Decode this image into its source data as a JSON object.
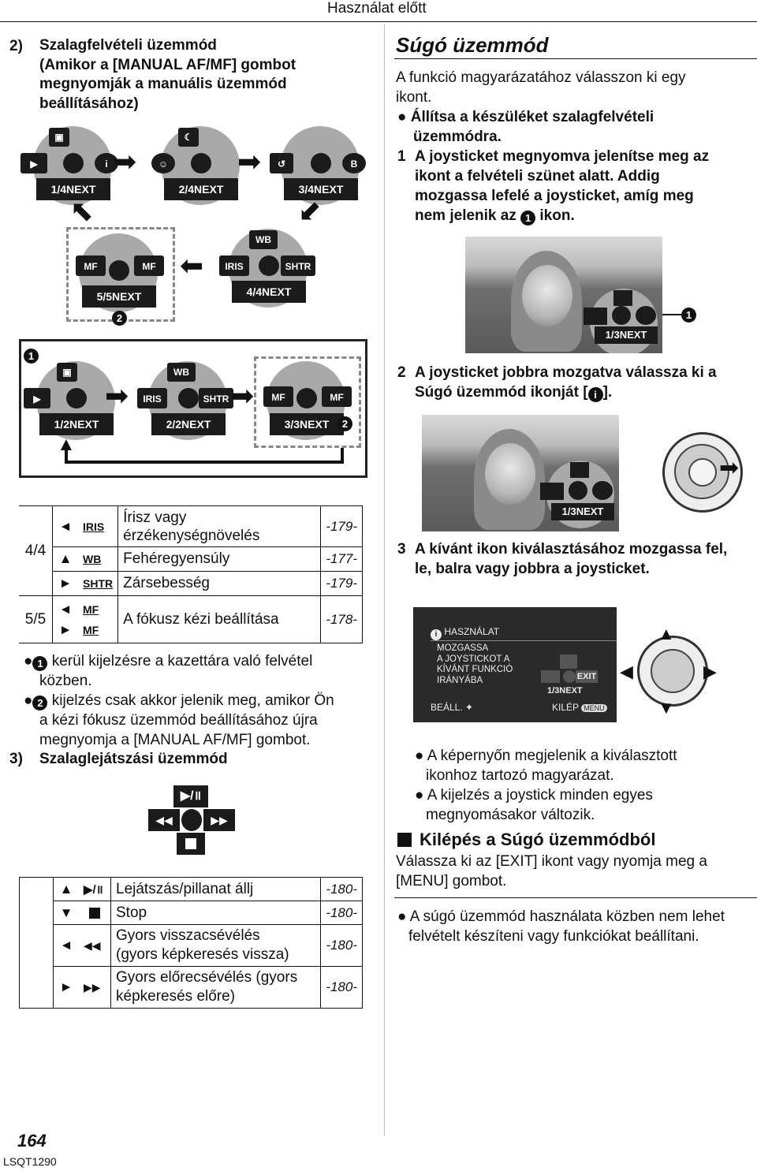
{
  "header": {
    "section": "Használat előtt"
  },
  "left": {
    "item2": {
      "num": "2)",
      "lines": [
        "Szalagfelvételi üzemmód",
        "(Amikor a [MANUAL AF/MF] gombot",
        "megnyomják a manuális üzemmód",
        "beállításához)"
      ]
    },
    "row1": [
      {
        "label": "1/4NEXT"
      },
      {
        "label": "2/4NEXT"
      },
      {
        "label": "3/4NEXT"
      }
    ],
    "row2": [
      {
        "label": "5/5NEXT"
      },
      {
        "label": "4/4NEXT"
      }
    ],
    "row3": [
      {
        "label": "1/2NEXT"
      },
      {
        "label": "2/2NEXT"
      },
      {
        "label": "3/3NEXT"
      }
    ],
    "icons": {
      "mf": "MF",
      "iris": "IRIS",
      "shtr": "SHTR",
      "wb": "WB",
      "exit": "EXIT"
    },
    "callouts": {
      "one": "1",
      "two": "2"
    },
    "table1": {
      "rows": [
        {
          "group": "4/4",
          "dir": "◄",
          "icon": "IRIS",
          "text1": "Írisz vagy",
          "text2": "érzékenységnövelés",
          "ref": "-179-"
        },
        {
          "dir": "▲",
          "icon": "WB",
          "text1": "Fehéregyensúly",
          "ref": "-177-"
        },
        {
          "dir": "►",
          "icon": "SHTR",
          "text1": "Zársebesség",
          "ref": "-179-"
        },
        {
          "group": "5/5",
          "dir": "◄",
          "icon": "MF",
          "dir2": "►",
          "icon2": "MF",
          "text1": "A fókusz kézi beállítása",
          "ref": "-178-"
        }
      ]
    },
    "notes": [
      {
        "a": "kerül kijelzésre a kazettára való felvétel",
        "b": "közben."
      },
      {
        "a": "kijelzés csak akkor jelenik meg, amikor Ön",
        "b": "a kézi fókusz üzemmód beállításához újra",
        "c": "megnyomja a [MANUAL AF/MF] gombot."
      }
    ],
    "item3": {
      "num": "3)",
      "title": "Szalaglejátszási üzemmód"
    },
    "table2": {
      "rows": [
        {
          "dir": "▲",
          "text1": "Lejátszás/pillanat állj",
          "ref": "-180-"
        },
        {
          "dir": "▼",
          "text1": "Stop",
          "ref": "-180-"
        },
        {
          "dir": "◄",
          "text1": "Gyors visszacsévélés",
          "text2": "(gyors képkeresés vissza)",
          "ref": "-180-"
        },
        {
          "dir": "►",
          "text1": "Gyors előrecsévélés (gyors",
          "text2": "képkeresés előre)",
          "ref": "-180-"
        }
      ]
    },
    "page_num": "164",
    "doc_code": "LSQT1290"
  },
  "right": {
    "title": "Súgó üzemmód",
    "intro": [
      "A funkció magyarázatához válasszon ki egy",
      "ikont."
    ],
    "bullet1": [
      "Állítsa a készüléket szalagfelvételi",
      "üzemmódra."
    ],
    "step1": {
      "num": "1",
      "lines": [
        "A joysticket megnyomva jelenítse meg az",
        "ikont a felvételi szünet alatt. Addig",
        "mozgassa lefelé a joysticket, amíg meg"
      ],
      "last_a": "nem jelenik az",
      "last_b": "ikon."
    },
    "photo1_label": "1/3NEXT",
    "step2": {
      "num": "2",
      "line1": "A joysticket jobbra mozgatva válassza ki a",
      "line2a": "Súgó üzemmód ikonját [",
      "line2b": "]."
    },
    "photo2_label": "1/3NEXT",
    "step3": {
      "num": "3",
      "lines": [
        "A kívánt ikon kiválasztásához mozgassa fel,",
        "le, balra vagy jobbra a joysticket."
      ]
    },
    "screen": {
      "title": "HASZNÁLAT",
      "body": [
        "MOZGASSA",
        "A JOYSTICKOT A",
        "KÍVÁNT FUNKCIÓ",
        "IRÁNYÁBA"
      ],
      "exit": "EXIT",
      "next": "1/3NEXT",
      "left_btn": "BEÁLL.",
      "right_btn": "KILÉP",
      "menu": "MENU"
    },
    "bullets2": [
      [
        "A képernyőn megjelenik a kiválasztott",
        "ikonhoz tartozó magyarázat."
      ],
      [
        "A kijelzés a joystick minden egyes",
        "megnyomásakor változik."
      ]
    ],
    "exit_heading": "Kilépés a Súgó üzemmódból",
    "exit_text": [
      "Válassza ki az [EXIT] ikont vagy nyomja meg a",
      "[MENU] gombot."
    ],
    "bullet3": [
      "A súgó üzemmód használata közben nem lehet",
      "felvételt készíteni vagy funkciókat beállítani."
    ]
  },
  "colors": {
    "ink": "#111111",
    "menu_bg": "#a9a9a9",
    "icon_dark": "#1b1b1b"
  }
}
